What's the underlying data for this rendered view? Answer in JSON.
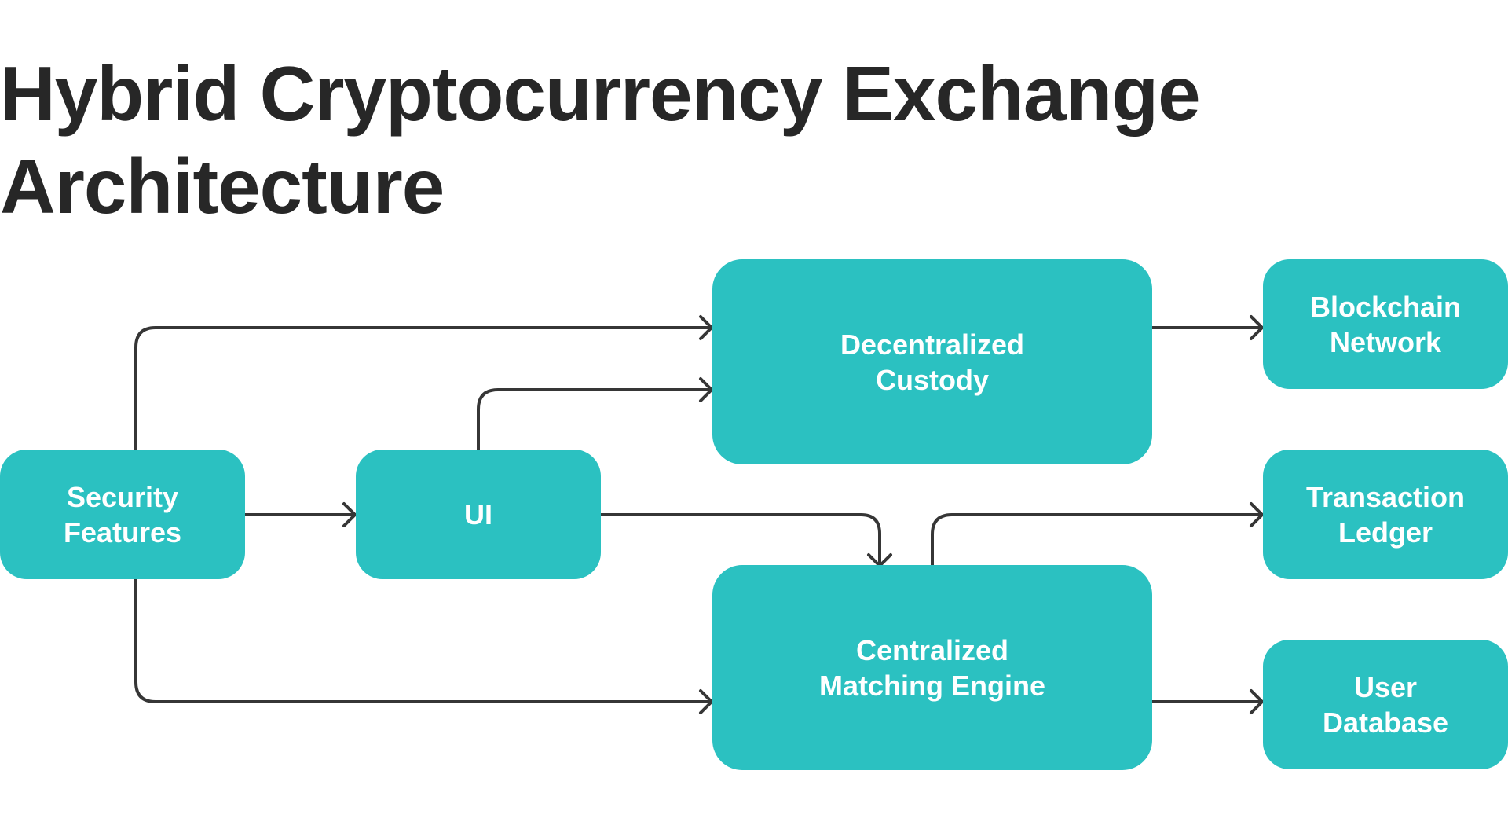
{
  "title": {
    "line1": "Hybrid Cryptocurrency Exchange",
    "line2": "Architecture"
  },
  "colors": {
    "node_fill": "#2bc1c1",
    "node_text": "#ffffff",
    "title_text": "#272727",
    "connector": "#363636"
  },
  "nodes": {
    "security": {
      "line1": "Security",
      "line2": "Features"
    },
    "ui": {
      "line1": "UI"
    },
    "custody": {
      "line1": "Decentralized",
      "line2": "Custody"
    },
    "matching": {
      "line1": "Centralized",
      "line2": "Matching Engine"
    },
    "blockchain": {
      "line1": "Blockchain",
      "line2": "Network"
    },
    "ledger": {
      "line1": "Transaction",
      "line2": "Ledger"
    },
    "userdb": {
      "line1": "User",
      "line2": "Database"
    }
  },
  "edges": [
    {
      "from": "security",
      "to": "custody"
    },
    {
      "from": "security",
      "to": "ui"
    },
    {
      "from": "security",
      "to": "matching"
    },
    {
      "from": "ui",
      "to": "custody"
    },
    {
      "from": "ui",
      "to": "matching"
    },
    {
      "from": "custody",
      "to": "blockchain"
    },
    {
      "from": "matching",
      "to": "ledger"
    },
    {
      "from": "matching",
      "to": "userdb"
    }
  ]
}
